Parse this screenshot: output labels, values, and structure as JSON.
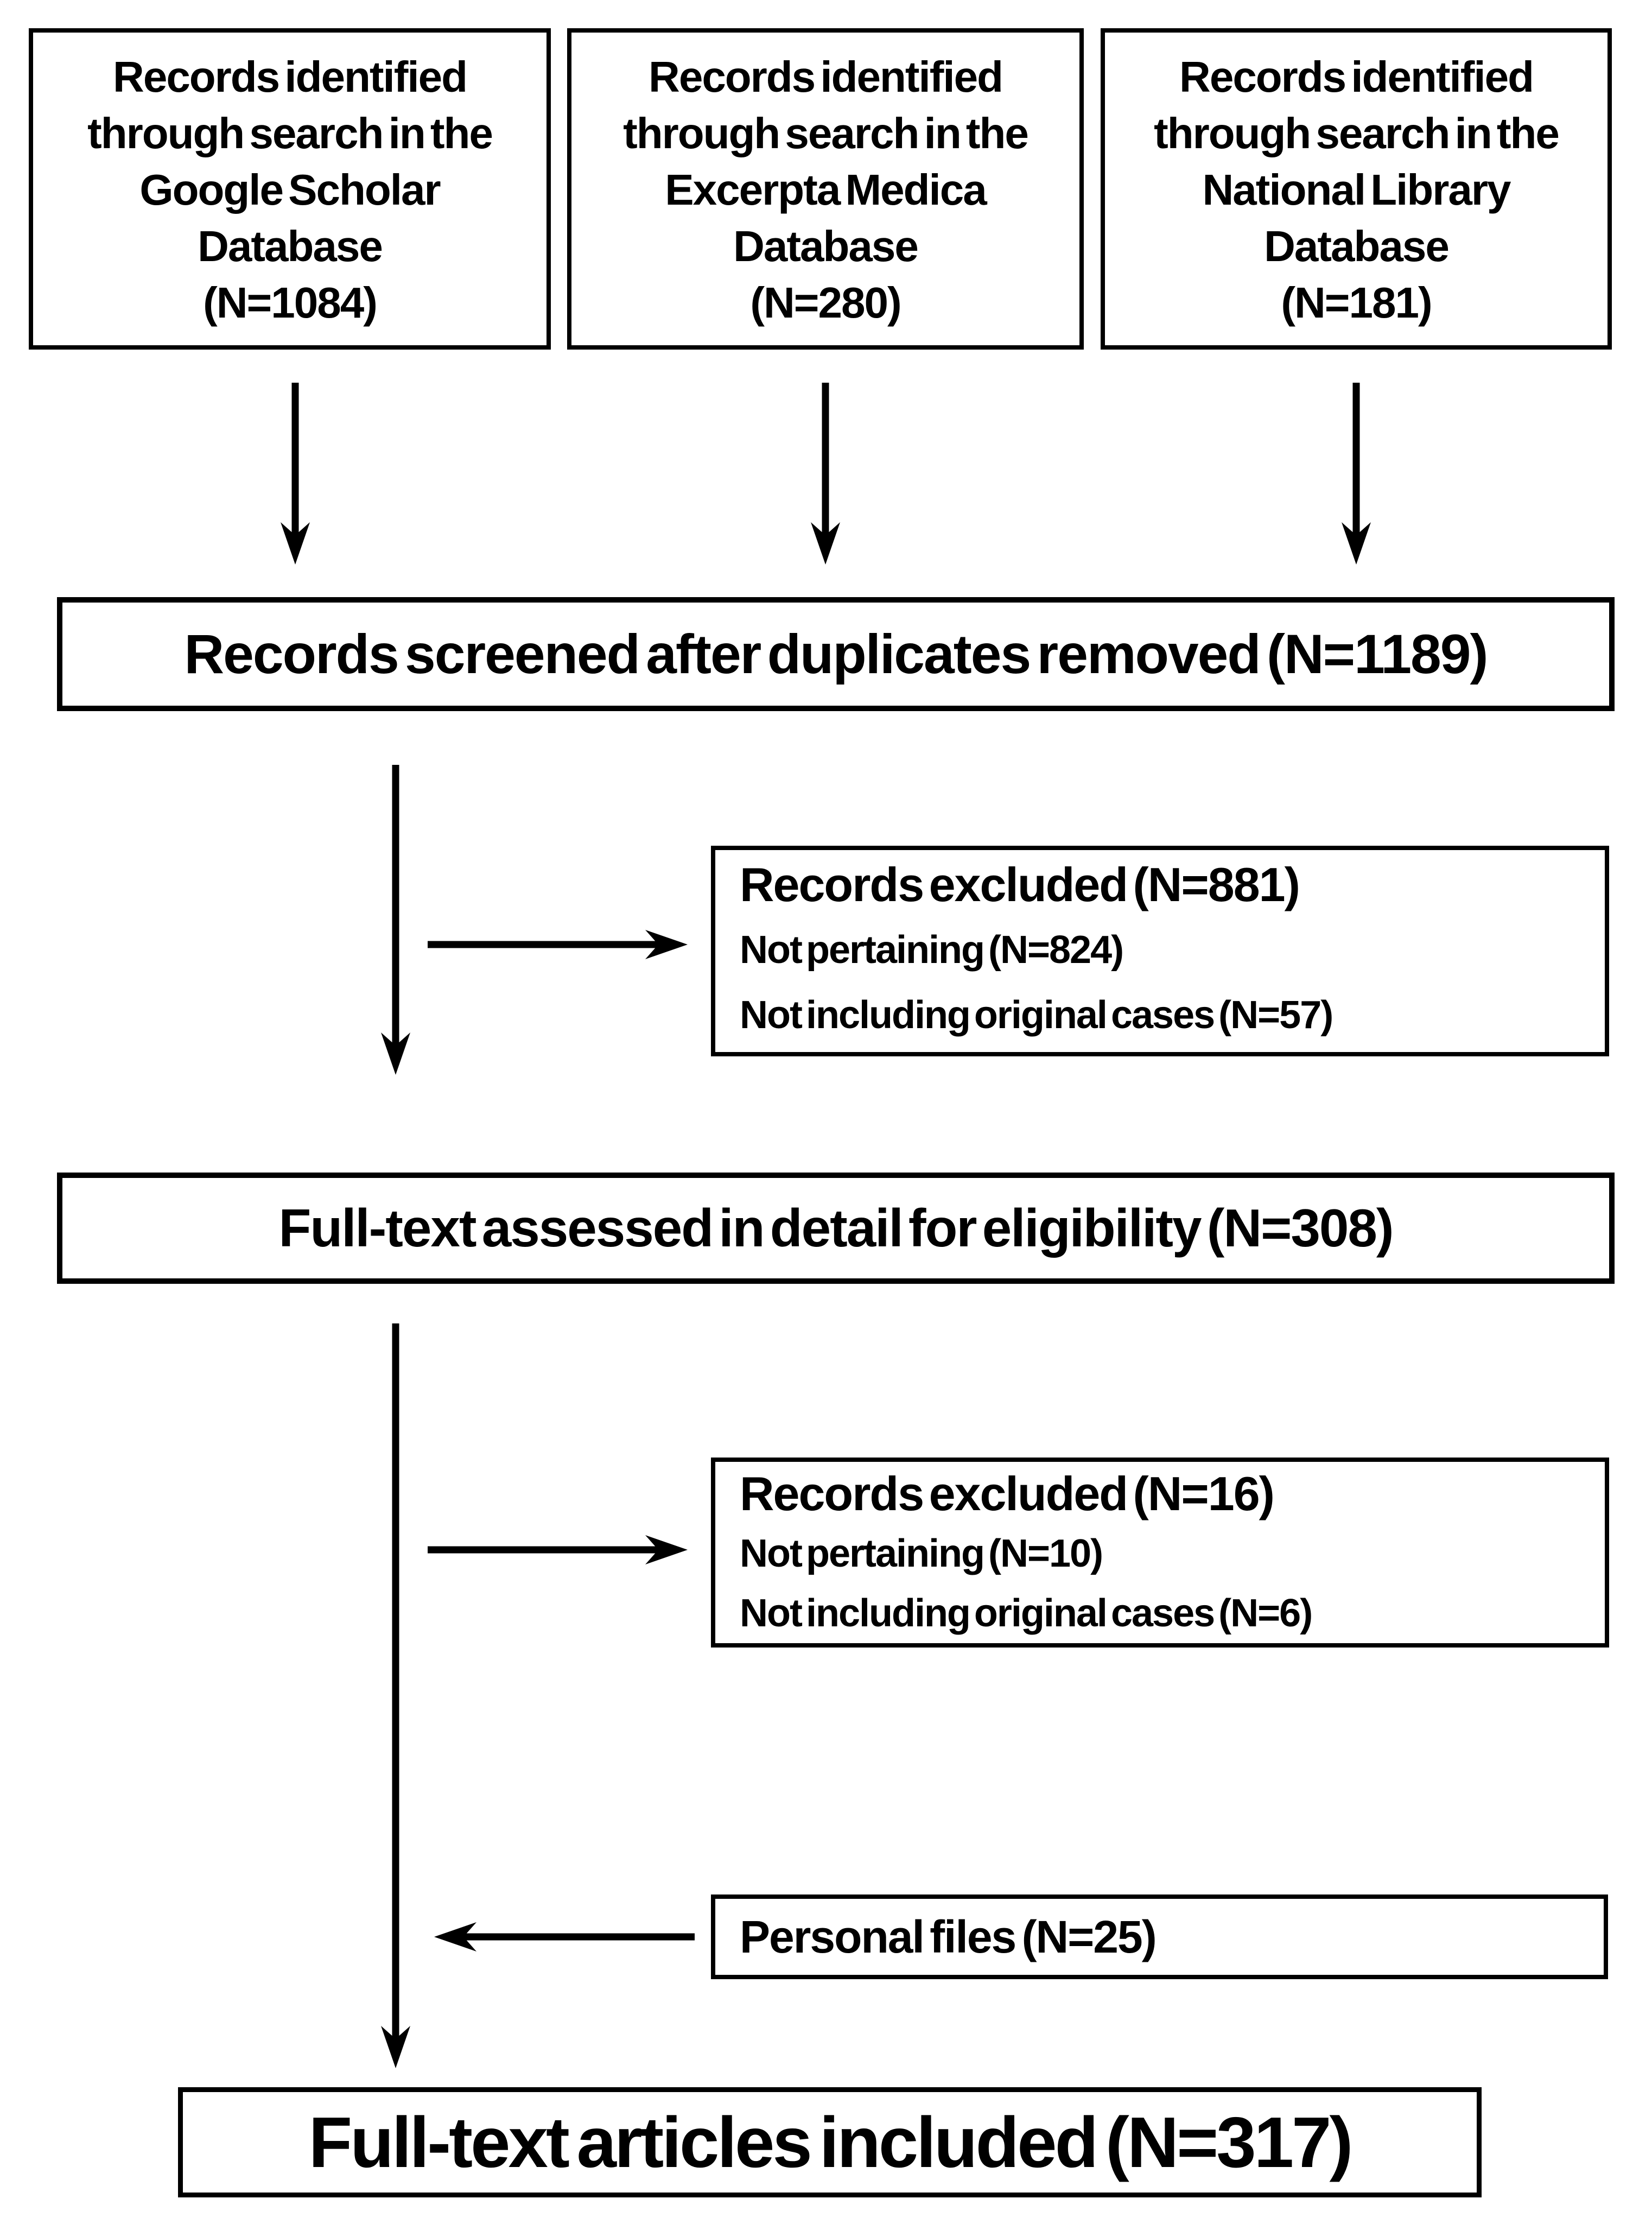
{
  "diagram": {
    "colors": {
      "line": "#000000",
      "background": "#ffffff",
      "text": "#000000"
    },
    "source_boxes": [
      {
        "text": "Records identified\nthrough search in the\nGoogle Scholar\nDatabase\n(N=1084)"
      },
      {
        "text": "Records identified\nthrough search in the\nExcerpta Medica\nDatabase\n(N=280)"
      },
      {
        "text": "Records identified\nthrough search in the\nNational Library\nDatabase\n(N=181)"
      }
    ],
    "screened_box": {
      "text": "Records screened after duplicates removed (N=1189)"
    },
    "excluded_box_1": {
      "title": "Records excluded (N=881)",
      "reasons": [
        "Not pertaining (N=824)",
        "Not including original cases (N=57)"
      ]
    },
    "assessed_box": {
      "text": "Full-text assessed in detail for eligibility (N=308)"
    },
    "excluded_box_2": {
      "title": "Records excluded (N=16)",
      "reasons": [
        "Not pertaining (N=10)",
        "Not including original cases (N=6)"
      ]
    },
    "personal_files_box": {
      "text": "Personal files (N=25)"
    },
    "included_box": {
      "text": "Full-text articles included (N=317)"
    }
  }
}
